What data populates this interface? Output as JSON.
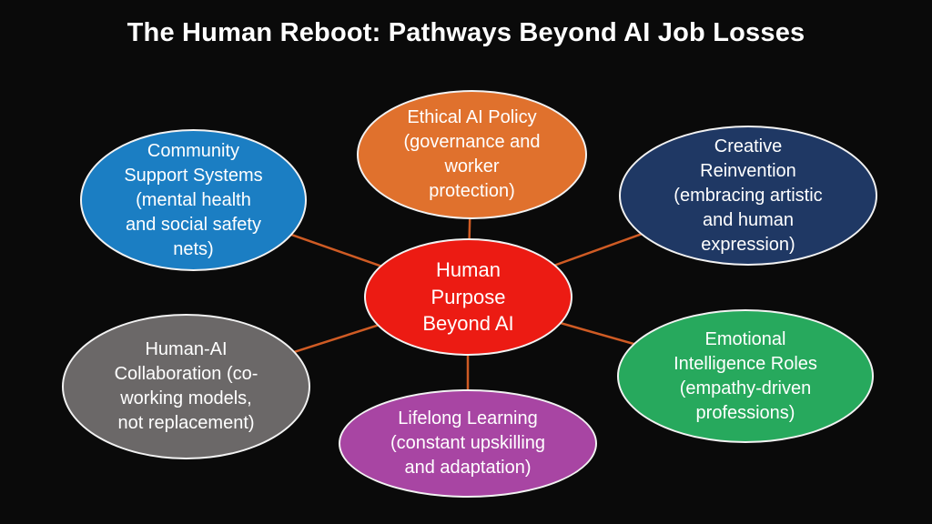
{
  "diagram": {
    "title": "The Human Reboot: Pathways Beyond AI Job Losses",
    "background_color": "#0a0a0a",
    "connector_color": "#cf5b24",
    "text_color": "#ffffff",
    "border_color": "#f2f2f2"
  },
  "center": {
    "label": "Human Purpose Beyond AI",
    "fill": "#ec1b13",
    "lines": [
      "Human",
      "Purpose",
      "Beyond AI"
    ]
  },
  "nodes": {
    "community": {
      "label": "Community Support Systems (mental health and social safety nets)",
      "fill": "#1b7ec3",
      "lines": [
        "Community",
        "Support Systems",
        "(mental health",
        "and social safety",
        "nets)"
      ]
    },
    "ethical": {
      "label": "Ethical AI Policy (governance and worker protection)",
      "fill": "#e0712d",
      "lines": [
        "Ethical AI Policy",
        "(governance and",
        "worker",
        "protection)"
      ]
    },
    "creative": {
      "label": "Creative Reinvention (embracing artistic and human expression)",
      "fill": "#1f3864",
      "lines": [
        "Creative",
        "Reinvention",
        "(embracing artistic",
        "and human",
        "expression)"
      ]
    },
    "collaboration": {
      "label": "Human-AI Collaboration (co-working models, not replacement)",
      "fill": "#6b6868",
      "lines": [
        "Human-AI",
        "Collaboration (co-",
        "working models,",
        "not replacement)"
      ]
    },
    "emotional": {
      "label": "Emotional Intelligence Roles (empathy-driven professions)",
      "fill": "#27a95d",
      "lines": [
        "Emotional",
        "Intelligence Roles",
        "(empathy-driven",
        "professions)"
      ]
    },
    "lifelong": {
      "label": "Lifelong Learning (constant upskilling and adaptation)",
      "fill": "#a845a3",
      "lines": [
        "Lifelong Learning",
        "(constant upskilling",
        "and adaptation)"
      ]
    }
  }
}
